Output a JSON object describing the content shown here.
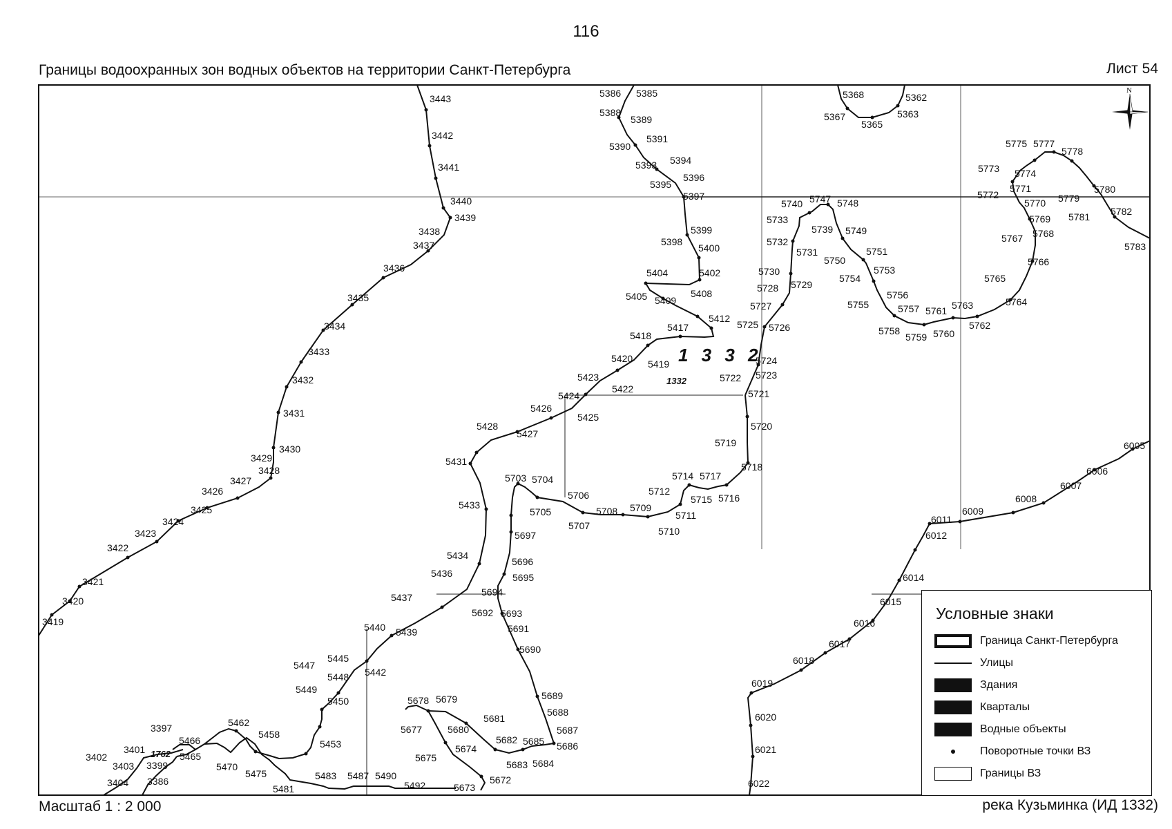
{
  "page_number": "116",
  "title": "Границы водоохранных зон водных объектов на территории Санкт-Петербурга",
  "sheet": "Лист 54",
  "scale": "Масштаб 1 : 2 000",
  "object": "река Кузьминка (ИД 1332)",
  "north": "N",
  "map_id_large": "1 3 3 2",
  "map_id_small": "1332",
  "map_id_small_2": "1762",
  "legend": {
    "title": "Условные знаки",
    "items": [
      {
        "label": "Граница Санкт-Петербурга",
        "symbol": "city-border"
      },
      {
        "label": "Улицы",
        "symbol": "street-line"
      },
      {
        "label": "Здания",
        "symbol": "solid"
      },
      {
        "label": "Кварталы",
        "symbol": "solid"
      },
      {
        "label": "Водные объекты",
        "symbol": "solid"
      },
      {
        "label": "Поворотные точки ВЗ",
        "symbol": "dot"
      },
      {
        "label": "Границы ВЗ",
        "symbol": "outline"
      }
    ]
  },
  "point_labels": [
    "3443",
    "3442",
    "3441",
    "3440",
    "3439",
    "3438",
    "3437",
    "3436",
    "3435",
    "3434",
    "3433",
    "3432",
    "3431",
    "3430",
    "3429",
    "3428",
    "3427",
    "3426",
    "3425",
    "3424",
    "3423",
    "3422",
    "3421",
    "3420",
    "3419",
    "5386",
    "5385",
    "5388",
    "5389",
    "5390",
    "5391",
    "5393",
    "5394",
    "5395",
    "5396",
    "5397",
    "5399",
    "5398",
    "5400",
    "5402",
    "5404",
    "5408",
    "5405",
    "5409",
    "5412",
    "5417",
    "5418",
    "5419",
    "5420",
    "5423",
    "5422",
    "5424",
    "5425",
    "5426",
    "5427",
    "5428",
    "5431",
    "5433",
    "5434",
    "5436",
    "5437",
    "5440",
    "5439",
    "5442",
    "5445",
    "5447",
    "5448",
    "5449",
    "5450",
    "5453",
    "5458",
    "5462",
    "5466",
    "5465",
    "5470",
    "5475",
    "5481",
    "5483",
    "5487",
    "5490",
    "5492",
    "5368",
    "5362",
    "5367",
    "5365",
    "5363",
    "5740",
    "5747",
    "5748",
    "5733",
    "5739",
    "5749",
    "5732",
    "5731",
    "5751",
    "5750",
    "5753",
    "5730",
    "5754",
    "5729",
    "5728",
    "5756",
    "5755",
    "5727",
    "5757",
    "5761",
    "5725",
    "5726",
    "5758",
    "5759",
    "5760",
    "5763",
    "5762",
    "5724",
    "5723",
    "5722",
    "5721",
    "5720",
    "5719",
    "5718",
    "5714",
    "5717",
    "5712",
    "5715",
    "5716",
    "5711",
    "5710",
    "5709",
    "5708",
    "5707",
    "5706",
    "5705",
    "5704",
    "5703",
    "5697",
    "5696",
    "5695",
    "5694",
    "5693",
    "5692",
    "5691",
    "5690",
    "5689",
    "5688",
    "5687",
    "5686",
    "5685",
    "5684",
    "5683",
    "5682",
    "5681",
    "5680",
    "5679",
    "5678",
    "5677",
    "5674",
    "5675",
    "5673",
    "5672",
    "5775",
    "5777",
    "5778",
    "5773",
    "5774",
    "5771",
    "5772",
    "5780",
    "5770",
    "5779",
    "5769",
    "5781",
    "5782",
    "5768",
    "5767",
    "5783",
    "5766",
    "5765",
    "5764",
    "6005",
    "6006",
    "6007",
    "6008",
    "6009",
    "6011",
    "6012",
    "6014",
    "6015",
    "6016",
    "6017",
    "6018",
    "6019",
    "6020",
    "6021",
    "6022",
    "3397",
    "3401",
    "3402",
    "3403",
    "3399",
    "3404",
    "3386"
  ]
}
